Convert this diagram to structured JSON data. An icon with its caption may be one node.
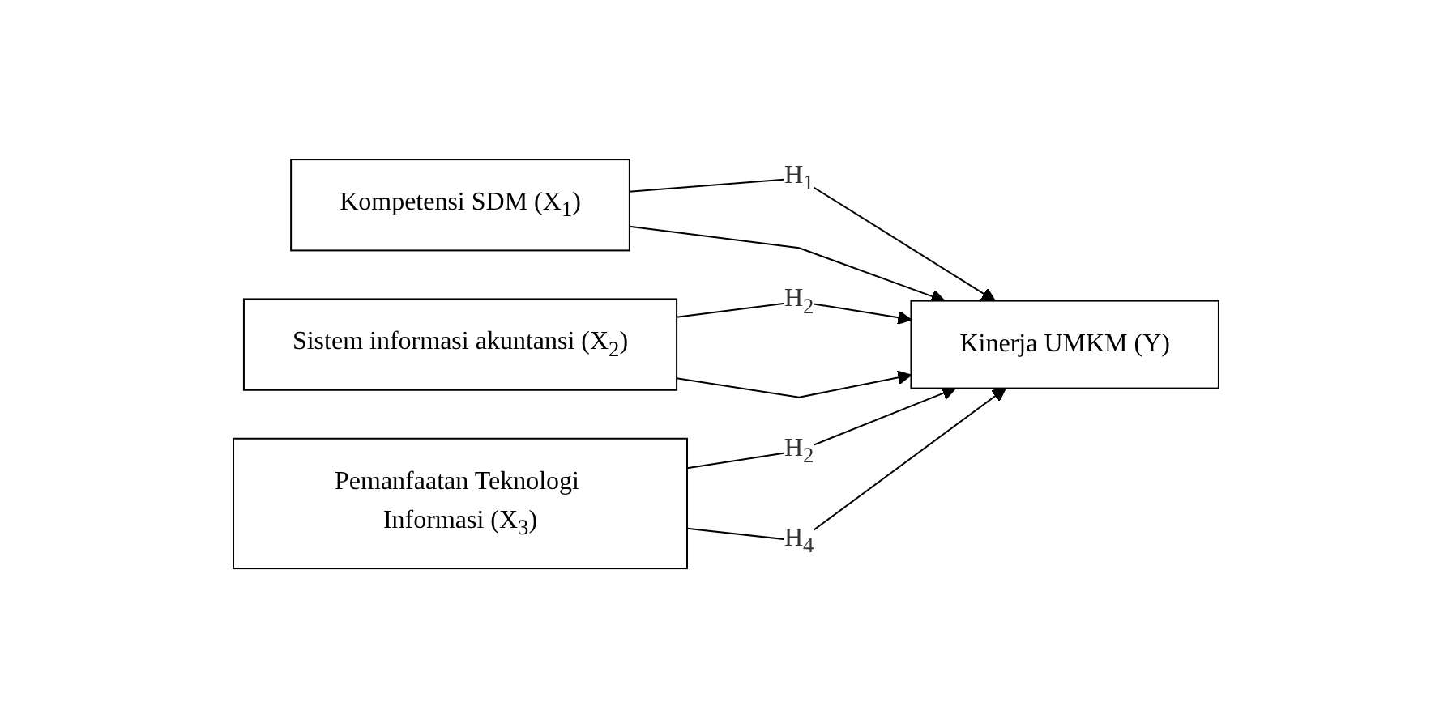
{
  "diagram": {
    "nodes": [
      {
        "text": [
          "Kompetensi SDM (X$_{1}$)"
        ]
      },
      {
        "text": [
          "Sistem informasi akuntansi (X$_{2}$)"
        ]
      },
      {
        "text": [
          "Pemanfaatan Teknologi Informasi (X$_{3}$)"
        ]
      },
      {
        "text": [
          "Kinerja UMKM (Y)"
        ]
      }
    ],
    "edges": [
      {
        "from": 0,
        "to": 3,
        "arrow": "to",
        "label": "H$_{1}$"
      },
      {
        "from": 1,
        "to": 3,
        "arrow": "to",
        "label": "H$_{2}$"
      },
      {
        "from": 2,
        "to": 3,
        "arrow": "to",
        "label": "H$_{2}$"
      },
      {
        "from": 0,
        "to": 3,
        "arrow": "to"
      },
      {
        "from": 1,
        "to": 3,
        "arrow": "to"
      },
      {
        "from": 2,
        "to": 3,
        "arrow": "to",
        "label": "H$_{4}$"
      }
    ]
  }
}
